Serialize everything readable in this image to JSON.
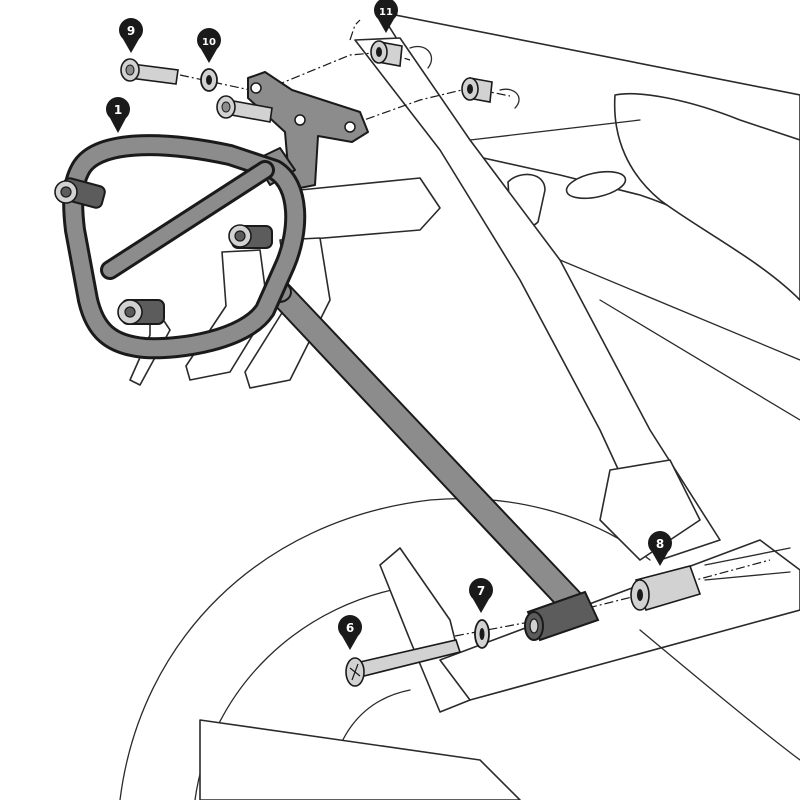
{
  "diagram": {
    "colors": {
      "background": "#ffffff",
      "line": "#2a2a2a",
      "part": "#8c8c8c",
      "callout": "#1a1a1a"
    },
    "callouts": [
      {
        "id": "c1",
        "label": "1"
      },
      {
        "id": "c6",
        "label": "6"
      },
      {
        "id": "c7",
        "label": "7"
      },
      {
        "id": "c8",
        "label": "8"
      },
      {
        "id": "c9",
        "label": "9"
      },
      {
        "id": "c10",
        "label": "10"
      },
      {
        "id": "c11",
        "label": "11"
      }
    ]
  }
}
